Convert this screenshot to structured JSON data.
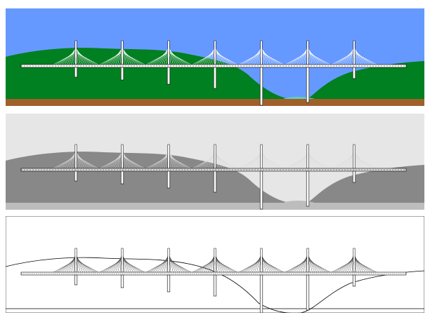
{
  "figure": {
    "pylon_count": 7,
    "panels": [
      {
        "id": "color",
        "style": "filled-color",
        "colors": {
          "sky": "#6699ff",
          "hill": "#008020",
          "river": "#66ccbb",
          "ground": "#a0602a",
          "deck": "#ffffff",
          "pier": "#ffffff",
          "cable": "#ffffff",
          "outline": "#000000"
        }
      },
      {
        "id": "gray",
        "style": "filled-grayscale",
        "colors": {
          "sky": "#e6e6e6",
          "hill": "#888888",
          "river": "#bdbdbd",
          "ground": "#bdbdbd",
          "deck": "#dddddd",
          "pier": "#ffffff",
          "cable": "#dddddd",
          "outline": "#000000"
        }
      },
      {
        "id": "line",
        "style": "outline",
        "colors": {
          "sky": "#ffffff",
          "hill": "#ffffff",
          "river": "#ffffff",
          "ground": "#ffffff",
          "deck": "#ffffff",
          "pier": "#ffffff",
          "cable": "#555555",
          "outline": "#000000"
        }
      }
    ]
  }
}
